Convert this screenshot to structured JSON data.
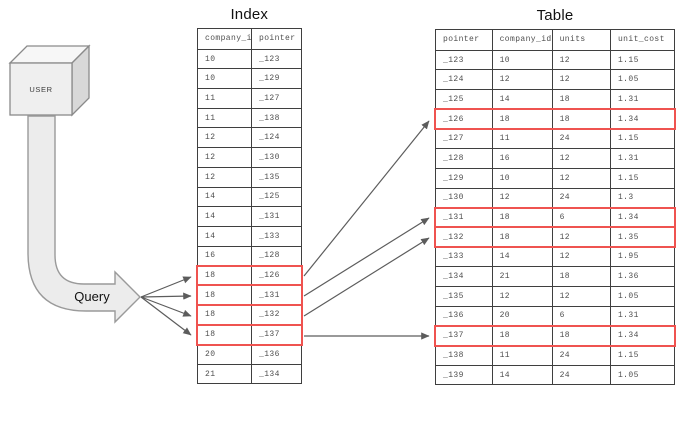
{
  "diagram": {
    "user_label": "USER",
    "query_label": "Query"
  },
  "index_table": {
    "title": "Index",
    "headers": [
      "company_id",
      "pointer"
    ],
    "rows": [
      {
        "cells": [
          "10",
          "_123"
        ],
        "highlighted": false
      },
      {
        "cells": [
          "10",
          "_129"
        ],
        "highlighted": false
      },
      {
        "cells": [
          "11",
          "_127"
        ],
        "highlighted": false
      },
      {
        "cells": [
          "11",
          "_138"
        ],
        "highlighted": false
      },
      {
        "cells": [
          "12",
          "_124"
        ],
        "highlighted": false
      },
      {
        "cells": [
          "12",
          "_130"
        ],
        "highlighted": false
      },
      {
        "cells": [
          "12",
          "_135"
        ],
        "highlighted": false
      },
      {
        "cells": [
          "14",
          "_125"
        ],
        "highlighted": false
      },
      {
        "cells": [
          "14",
          "_131"
        ],
        "highlighted": false
      },
      {
        "cells": [
          "14",
          "_133"
        ],
        "highlighted": false
      },
      {
        "cells": [
          "16",
          "_128"
        ],
        "highlighted": false
      },
      {
        "cells": [
          "18",
          "_126"
        ],
        "highlighted": true
      },
      {
        "cells": [
          "18",
          "_131"
        ],
        "highlighted": true
      },
      {
        "cells": [
          "18",
          "_132"
        ],
        "highlighted": true
      },
      {
        "cells": [
          "18",
          "_137"
        ],
        "highlighted": true
      },
      {
        "cells": [
          "20",
          "_136"
        ],
        "highlighted": false
      },
      {
        "cells": [
          "21",
          "_134"
        ],
        "highlighted": false
      }
    ]
  },
  "main_table": {
    "title": "Table",
    "headers": [
      "pointer",
      "company_id",
      "units",
      "unit_cost"
    ],
    "rows": [
      {
        "cells": [
          "_123",
          "10",
          "12",
          "1.15"
        ],
        "highlighted": false
      },
      {
        "cells": [
          "_124",
          "12",
          "12",
          "1.05"
        ],
        "highlighted": false
      },
      {
        "cells": [
          "_125",
          "14",
          "18",
          "1.31"
        ],
        "highlighted": false
      },
      {
        "cells": [
          "_126",
          "18",
          "18",
          "1.34"
        ],
        "highlighted": true
      },
      {
        "cells": [
          "_127",
          "11",
          "24",
          "1.15"
        ],
        "highlighted": false
      },
      {
        "cells": [
          "_128",
          "16",
          "12",
          "1.31"
        ],
        "highlighted": false
      },
      {
        "cells": [
          "_129",
          "10",
          "12",
          "1.15"
        ],
        "highlighted": false
      },
      {
        "cells": [
          "_130",
          "12",
          "24",
          "1.3"
        ],
        "highlighted": false
      },
      {
        "cells": [
          "_131",
          "18",
          "6",
          "1.34"
        ],
        "highlighted": true
      },
      {
        "cells": [
          "_132",
          "18",
          "12",
          "1.35"
        ],
        "highlighted": true
      },
      {
        "cells": [
          "_133",
          "14",
          "12",
          "1.95"
        ],
        "highlighted": false
      },
      {
        "cells": [
          "_134",
          "21",
          "18",
          "1.36"
        ],
        "highlighted": false
      },
      {
        "cells": [
          "_135",
          "12",
          "12",
          "1.05"
        ],
        "highlighted": false
      },
      {
        "cells": [
          "_136",
          "20",
          "6",
          "1.31"
        ],
        "highlighted": false
      },
      {
        "cells": [
          "_137",
          "18",
          "18",
          "1.34"
        ],
        "highlighted": true
      },
      {
        "cells": [
          "_138",
          "11",
          "24",
          "1.15"
        ],
        "highlighted": false
      },
      {
        "cells": [
          "_139",
          "14",
          "24",
          "1.05"
        ],
        "highlighted": false
      }
    ]
  },
  "colors": {
    "highlight": "#ef5350",
    "table_border": "#3f3f3f",
    "arrow": "#5c5c5c"
  }
}
